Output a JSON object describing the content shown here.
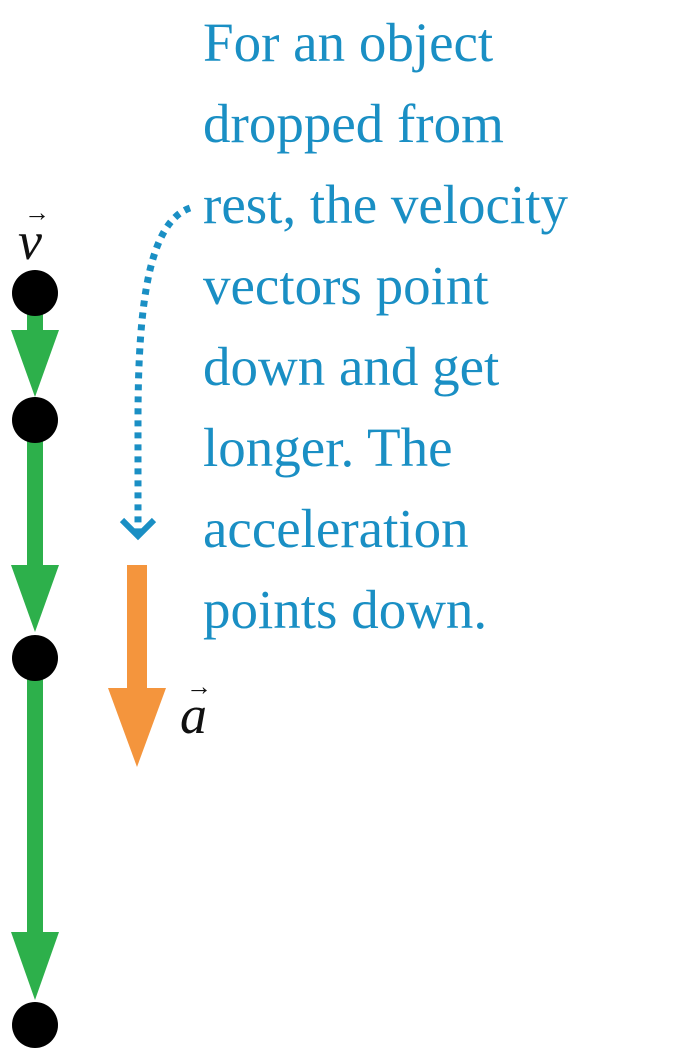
{
  "caption": {
    "text": "For an object\ndropped from\nrest, the velocity\nvectors point\ndown and get\nlonger. The\nacceleration\npoints down."
  },
  "labels": {
    "velocity": "v",
    "acceleration": "a",
    "vector_arrow": "→"
  },
  "motion_diagram": {
    "dot_count": 4,
    "velocity_vector_count": 3,
    "velocity_lengths": [
      "short",
      "medium",
      "long"
    ]
  },
  "colors": {
    "caption_text": "#1a8fc4",
    "pointer_arrow": "#1a8fc4",
    "velocity_vector": "#2db04b",
    "acceleration_vector": "#f4953d",
    "dot": "#000000"
  },
  "icons": {
    "pointer": "dotted-curved-arrow-icon",
    "dot": "filled-circle-dot-icon"
  }
}
